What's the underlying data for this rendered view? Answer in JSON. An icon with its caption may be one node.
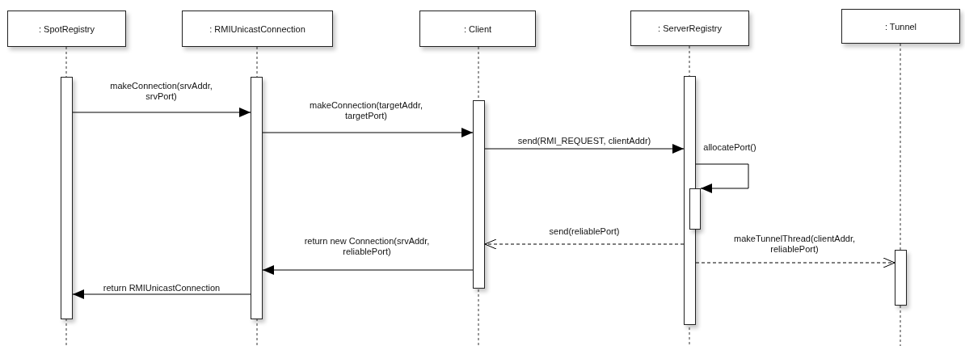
{
  "diagram": {
    "nodes": [
      {
        "text": [
          ": SpotRegistry"
        ]
      },
      {
        "text": [
          ": RMIUnicastConnection"
        ]
      },
      {
        "text": [
          ": Client"
        ]
      },
      {
        "text": [
          ": ServerRegistry"
        ]
      },
      {
        "text": [
          ": Tunnel"
        ]
      },
      {
        "text": [],
        "shape": "bar"
      },
      {
        "text": [],
        "shape": "bar"
      },
      {
        "text": [],
        "shape": "bar"
      },
      {
        "text": [],
        "shape": "bar"
      },
      {
        "text": [],
        "shape": "bar"
      },
      {
        "text": [],
        "shape": "bar"
      }
    ],
    "edges": [
      {
        "from": 5,
        "to": 6,
        "arrow": "to",
        "label": "makeConnection(srvAddr, srvPort)"
      },
      {
        "from": 6,
        "to": 7,
        "arrow": "to",
        "label": "makeConnection(targetAddr, targetPort)"
      },
      {
        "from": 7,
        "to": 8,
        "arrow": "to",
        "label": "send(RMI_REQUEST, clientAddr)"
      },
      {
        "from": 8,
        "to": 9,
        "arrow": "to",
        "label": "allocatePort()"
      },
      {
        "from": 8,
        "to": 7,
        "arrow": "to",
        "label": "send(reliablePort)",
        "style": "dashed"
      },
      {
        "from": 8,
        "to": 10,
        "arrow": "to",
        "label": "makeTunnelThread(clientAddr, reliablePort)",
        "style": "dashed"
      },
      {
        "from": 7,
        "to": 6,
        "arrow": "to",
        "label": "return new Connection(srvAddr, reliablePort)"
      },
      {
        "from": 6,
        "to": 5,
        "arrow": "to",
        "label": "return RMIUnicastConnection"
      }
    ]
  }
}
